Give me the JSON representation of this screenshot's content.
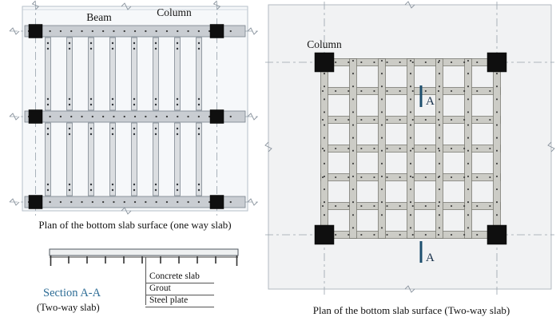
{
  "figure": {
    "left_plan": {
      "beam_label": "Beam",
      "column_label": "Column",
      "caption": "Plan of the bottom slab surface (one way slab)"
    },
    "section_view": {
      "title": "Section A-A",
      "subtitle": "(Two-way slab)",
      "labels": {
        "concrete": "Concrete slab",
        "grout": "Grout",
        "steel": "Steel plate"
      }
    },
    "right_plan": {
      "column_label": "Column",
      "marker_top": "A",
      "marker_bottom": "A",
      "caption": "Plan of the bottom slab surface (Two-way slab)"
    }
  },
  "colors": {
    "section_title_blue": "#2e6d96",
    "marker_blue": "#1d4f6e",
    "column_black": "#0f0f0f",
    "beam_gray": "#c9cdd2",
    "grid_beam_gray": "#ccccc6",
    "plan_bg_left": "#f6f8fa",
    "plan_bg_right": "#f1f2f3"
  }
}
